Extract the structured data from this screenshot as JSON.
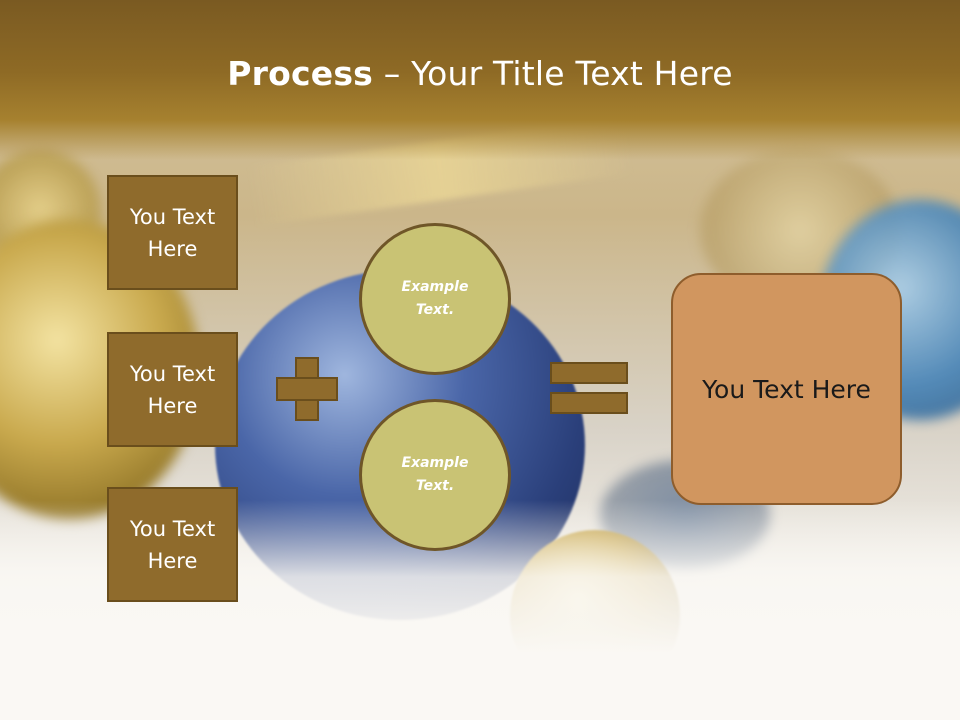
{
  "title": {
    "bold": "Process",
    "rest": " – Your Title Text Here"
  },
  "left_boxes": [
    {
      "text": "You Text Here"
    },
    {
      "text": "You Text Here"
    },
    {
      "text": "You Text Here"
    }
  ],
  "circles": [
    {
      "text": "Example Text."
    },
    {
      "text": "Example Text."
    }
  ],
  "result": {
    "text": "You Text Here"
  },
  "colors": {
    "header": "#8e6a25",
    "box_fill": "#8f6b2c",
    "circle_fill": "#c9c374",
    "result_fill": "#d1965f"
  }
}
